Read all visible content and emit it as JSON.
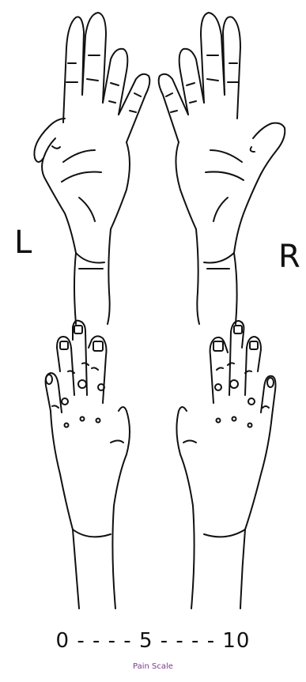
{
  "labels": {
    "left": "L",
    "right": "R"
  },
  "scale": {
    "min": "0",
    "mid": "5",
    "max": "10",
    "sep": "- - - -",
    "title": "Pain Scale"
  },
  "colors": {
    "line": "#111111",
    "title": "#7a3b8f"
  }
}
